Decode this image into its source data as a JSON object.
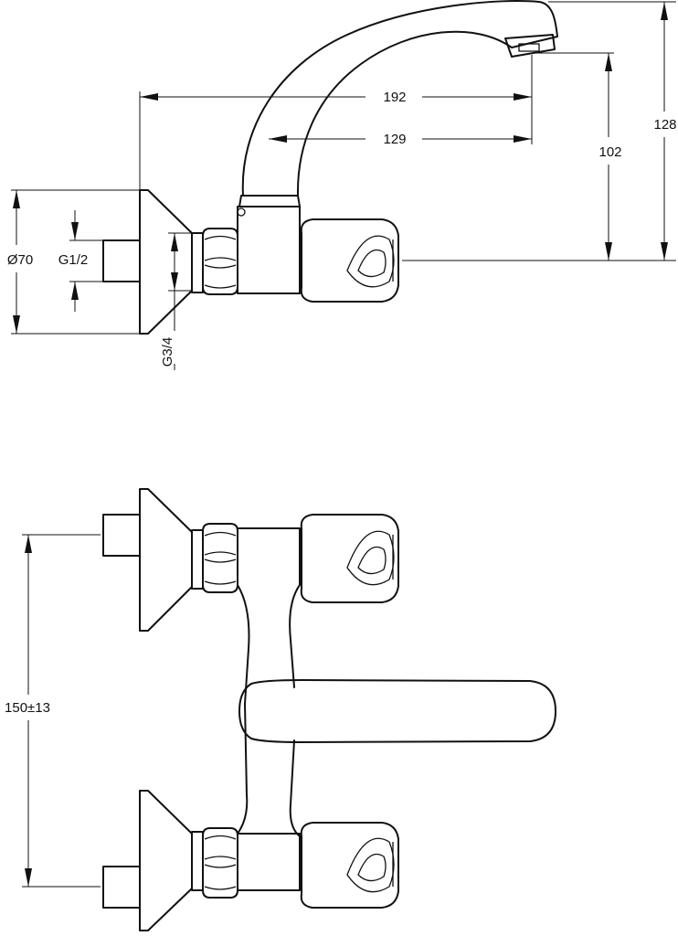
{
  "dimensions": {
    "spout_reach": "192",
    "spout_offset": "129",
    "spout_height": "102",
    "overall_height": "128",
    "flange_diameter": "Ø70",
    "inlet_thread": "G1/2",
    "connection_thread": "G3/4",
    "centre_distance": "150±13"
  }
}
